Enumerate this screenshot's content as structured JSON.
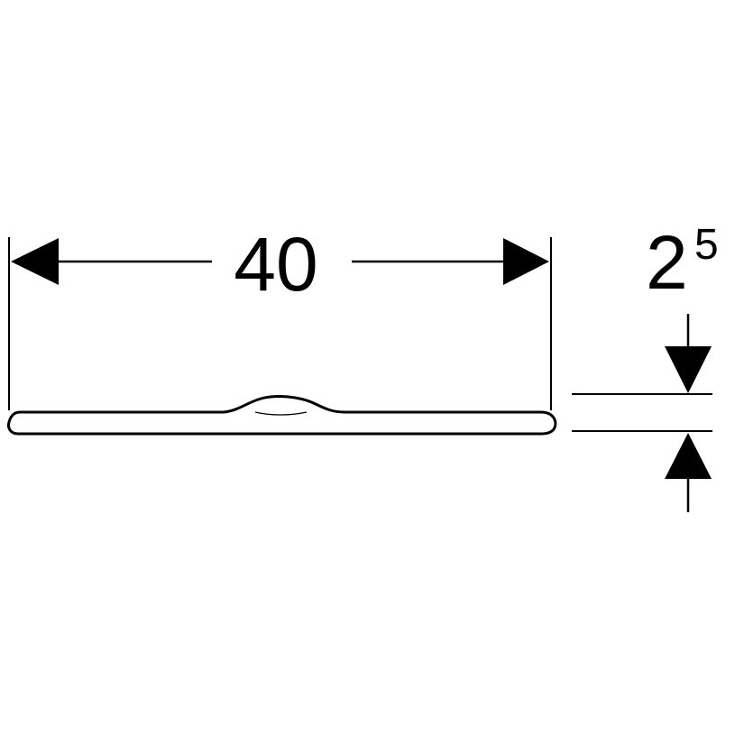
{
  "diagram": {
    "width_dimension": "40",
    "thickness_dimension": {
      "base": "2",
      "superscript": "5"
    }
  },
  "colors": {
    "stroke": "#000000",
    "background": "#ffffff"
  }
}
